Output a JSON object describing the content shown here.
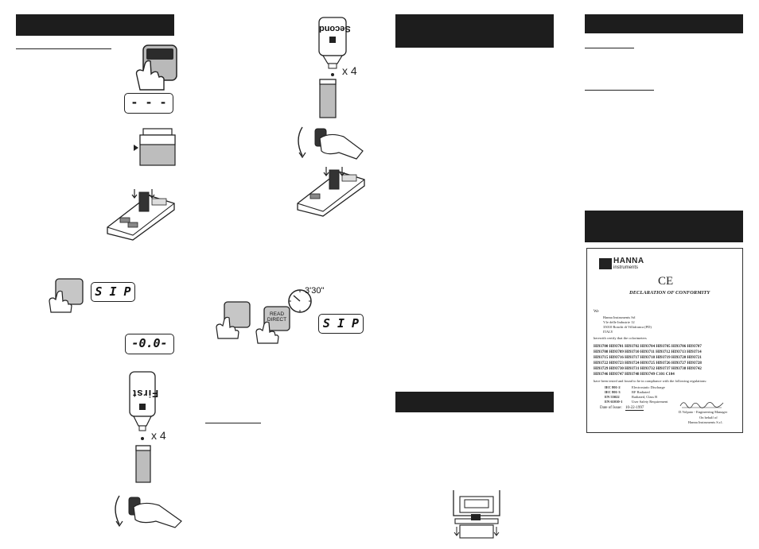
{
  "panels": {
    "col1": {
      "lcd1": "- - -",
      "lcd2": "S I P",
      "lcd3": "-0.0-",
      "first_bottle": "First",
      "drops": "x 4"
    },
    "col2": {
      "second_bottle": "Second",
      "drops": "x 4",
      "timer": "3'30\"",
      "read_direct": "READ\nDIRECT",
      "lcd_sip": "S I P"
    }
  },
  "certificate": {
    "brand": "HANNA",
    "brand_sub": "instruments",
    "ce_mark": "CE",
    "title": "DECLARATION OF CONFORMITY",
    "we": "We",
    "address": [
      "Hanna Instruments Srl",
      "V.le delle Industrie 12",
      "35010 Ronchi di Villafranca (PD)",
      "ITALY"
    ],
    "certify": "herewith certify that the colorimeters",
    "models": [
      "HI93700 HI93701 HI93702 HI93704 HI93705 HI93706 HI93707",
      "HI93708 HI93709 HI93710 HI93711 HI93712 HI93713 HI93714",
      "HI93715 HI93716 HI93717 HI93718 HI93719 HI93720 HI93721",
      "HI93722 HI93723 HI93724 HI93725 HI93726 HI93727 HI93728",
      "HI93729 HI93730 HI93731 HI93732 HI93737 HI93738 HI93742",
      "HI93746 HI93747 HI93748 HI93749 C101 C104"
    ],
    "tested": "have been tested and found to be in compliance with the following regulations:",
    "regulations": [
      {
        "code": "IEC 801-2",
        "desc": "Electrostatic Discharge"
      },
      {
        "code": "IEC 801-3",
        "desc": "RF Radiated"
      },
      {
        "code": "EN 55022",
        "desc": "Radiated, Class B"
      },
      {
        "code": "EN 61010-1",
        "desc": "User Safety Requirement"
      }
    ],
    "date_label": "Date of Issue:",
    "date_value": "10-22-1997",
    "signer": "D.Volpato - Engineering Manager",
    "behalf1": "On behalf of",
    "behalf2": "Hanna Instruments S.r.l."
  }
}
